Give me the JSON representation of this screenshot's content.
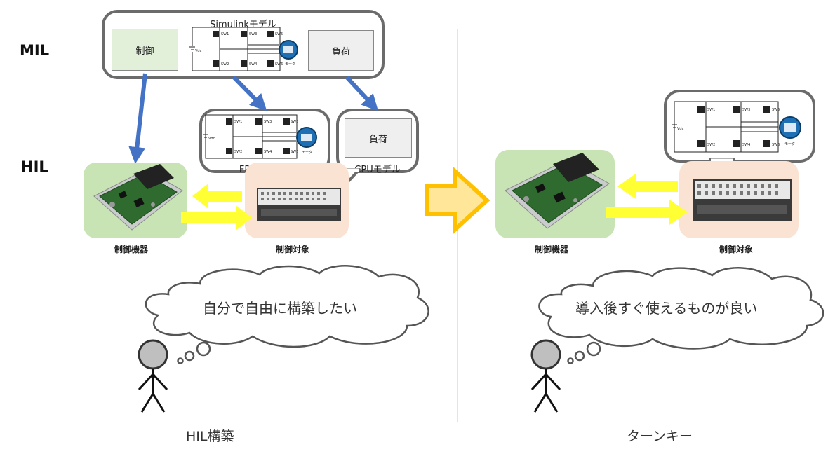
{
  "rows": {
    "mil": "MIL",
    "hil": "HIL"
  },
  "mil_box": {
    "title": "Simulinkモデル",
    "control_label": "制御",
    "load_label": "負荷"
  },
  "hil_boxes": {
    "fpga_title": "FPGAモデル",
    "cpu_title": "CPUモデル",
    "load_label": "負荷"
  },
  "left": {
    "device_caption": "制御機器",
    "target_caption": "制御対象",
    "thought": "自分で自由に構築したい",
    "title": "HIL構築"
  },
  "right": {
    "device_caption": "制御機器",
    "target_caption": "制御対象",
    "thought": "導入後すぐ使えるものが良い",
    "title": "ターンキー"
  },
  "colors": {
    "blue_arrow": "#4472c4",
    "yellow_arrow": "#ffff33",
    "orange_arrow": "#ffc000",
    "device_bg": "#c8e3b4",
    "target_bg": "#fbe3d4",
    "box_border": "#6b6b6b"
  },
  "icons": [
    "circuit-inverter-icon",
    "motor-icon",
    "ecu-board-icon",
    "hil-simulator-icon",
    "thought-cloud-icon",
    "person-icon"
  ]
}
